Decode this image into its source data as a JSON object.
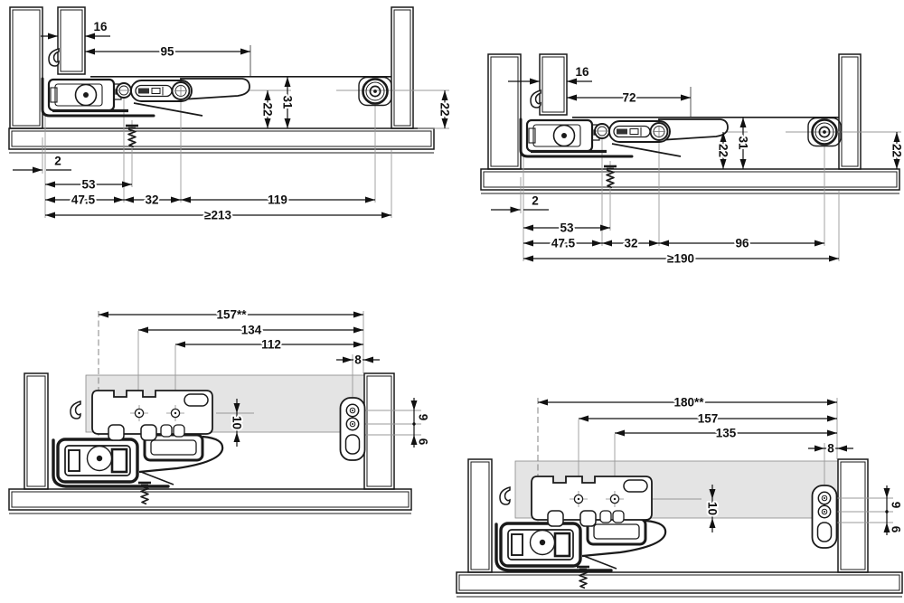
{
  "colors": {
    "line": "#1a1a1a",
    "extension": "#999999",
    "panel_gray": "#e4e4e4",
    "background": "#ffffff"
  },
  "diagrams": {
    "top_left": {
      "front_gap": "2",
      "front_panel_thickness": "16",
      "catch_length": "95",
      "runner_top_height": "31",
      "pivot_height": "22",
      "screw_position": "53",
      "front_hole_position": "47.5",
      "hole_spacing": "32",
      "rear_pin_distance": "119",
      "min_depth": "≥213",
      "rear_pin_height": "22"
    },
    "top_right": {
      "front_gap": "2",
      "front_panel_thickness": "16",
      "catch_length": "72",
      "runner_top_height": "31",
      "pivot_height": "22",
      "screw_position": "53",
      "front_hole_position": "47.5",
      "hole_spacing": "32",
      "rear_pin_distance": "96",
      "min_depth": "≥190",
      "rear_pin_height": "22"
    },
    "bottom_left": {
      "overall_length": "157**",
      "front_hole_distance": "134",
      "rear_hole_distance": "112",
      "rear_bracket_offset": "8",
      "hole_height": "10",
      "bracket_hole_spacing": "9",
      "bracket_slot_offset": "6"
    },
    "bottom_right": {
      "overall_length": "180**",
      "front_hole_distance": "157",
      "rear_hole_distance": "135",
      "rear_bracket_offset": "8",
      "hole_height": "10",
      "bracket_hole_spacing": "9",
      "bracket_slot_offset": "6"
    }
  }
}
